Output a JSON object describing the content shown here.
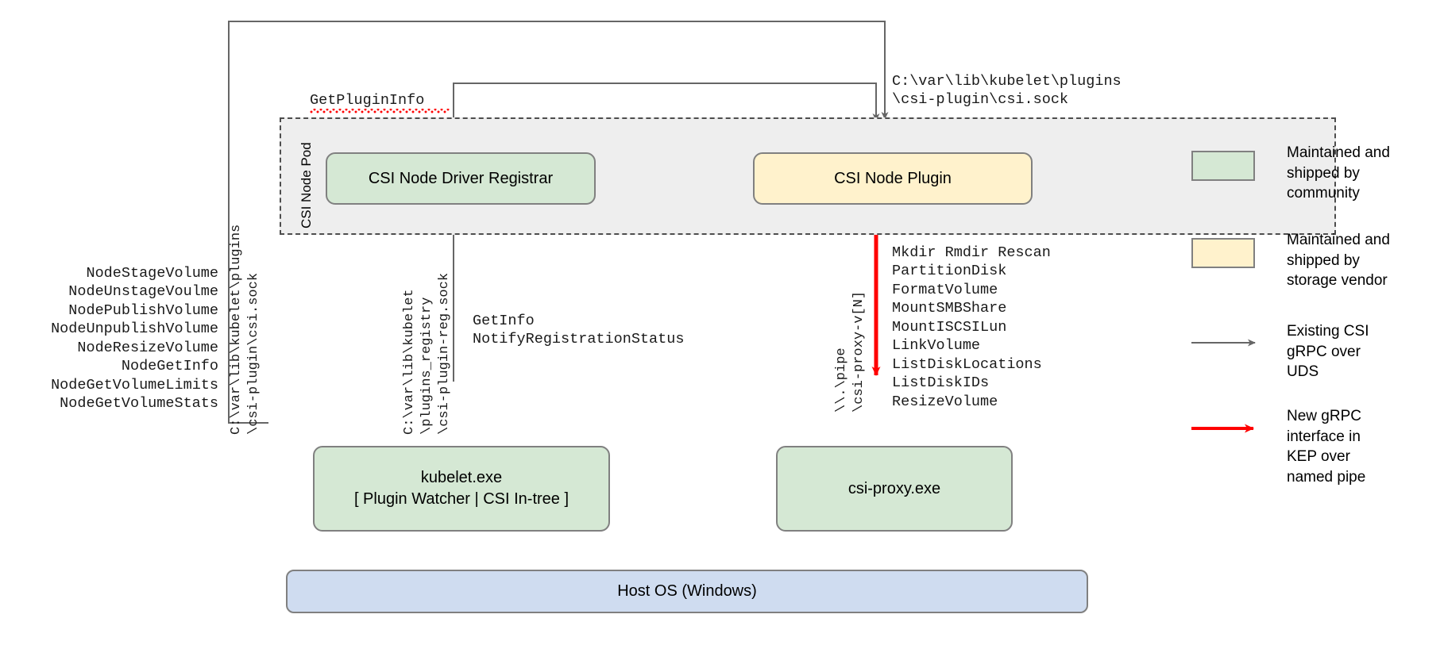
{
  "diagram": {
    "pod": {
      "label": "CSI Node Pod"
    },
    "boxes": {
      "registrar": "CSI Node Driver Registrar",
      "node_plugin": "CSI Node Plugin",
      "kubelet_line1": "kubelet.exe",
      "kubelet_line2": "[ Plugin Watcher | CSI In-tree ]",
      "csi_proxy": "csi-proxy.exe",
      "host_os": "Host OS (Windows)"
    },
    "labels": {
      "get_plugin_info": "GetPluginInfo",
      "plugin_sock_path": "C:\\var\\lib\\kubelet\\plugins\n\\csi-plugin\\csi.sock",
      "registrar_calls": "GetInfo\nNotifyRegistrationStatus",
      "csi_sock_rot": "C:\\var\\lib\\kubelet\\plugins\n\\csi-plugin\\csi.sock",
      "reg_sock_rot": "C:\\var\\lib\\kubelet\n\\plugins_registry\n\\csi-plugin-reg.sock",
      "named_pipe_rot": "\\\\.\\pipe\n\\csi-proxy-v[N]"
    },
    "node_service_calls": [
      "NodeStageVolume",
      "NodeUnstageVoulme",
      "NodePublishVolume",
      "NodeUnpublishVolume",
      "NodeResizeVolume",
      "NodeGetInfo",
      "NodeGetVolumeLimits",
      "NodeGetVolumeStats"
    ],
    "proxy_api_calls": [
      "Mkdir Rmdir Rescan",
      "PartitionDisk",
      "FormatVolume",
      "MountSMBShare",
      "MountISCSILun",
      "LinkVolume",
      "ListDiskLocations",
      "ListDiskIDs",
      "ResizeVolume"
    ],
    "legend": [
      {
        "kind": "swatch",
        "color": "#d5e8d4",
        "text": "Maintained and\nshipped by\ncommunity"
      },
      {
        "kind": "swatch",
        "color": "#fff2cc",
        "text": "Maintained and\nshipped by\nstorage vendor"
      },
      {
        "kind": "arrow",
        "color": "#666666",
        "text": "Existing CSI\ngRPC over\nUDS"
      },
      {
        "kind": "arrow",
        "color": "#ff0000",
        "text": "New gRPC\ninterface in\nKEP over\nnamed pipe"
      }
    ],
    "colors": {
      "community_green": "#d5e8d4",
      "vendor_yellow": "#fff2cc",
      "host_blue": "#cfdcf0",
      "existing_arrow": "#666666",
      "new_arrow": "#ff0000",
      "pod_bg": "#eeeeee"
    }
  }
}
